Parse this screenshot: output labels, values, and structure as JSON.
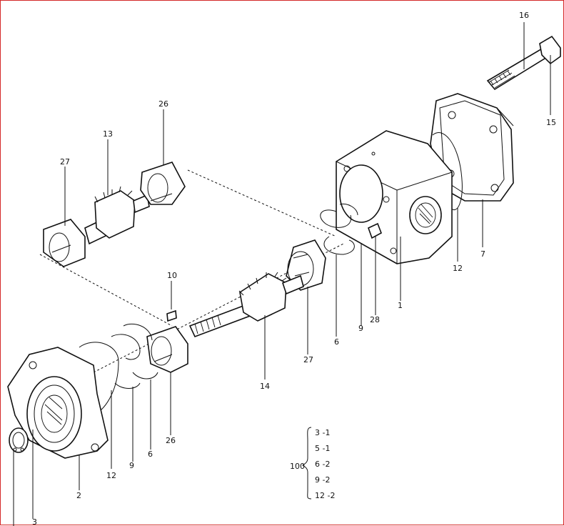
{
  "diagram": {
    "callouts": [
      "16",
      "15",
      "26",
      "13",
      "27",
      "7",
      "12",
      "28",
      "1",
      "9",
      "6",
      "27",
      "10",
      "14",
      "2",
      "3",
      "12",
      "9",
      "6",
      "26"
    ],
    "qty_table": {
      "group": "100",
      "rows": [
        "3 -1",
        "5 -1",
        "6 -2",
        "9 -2",
        "12 -2"
      ]
    }
  }
}
